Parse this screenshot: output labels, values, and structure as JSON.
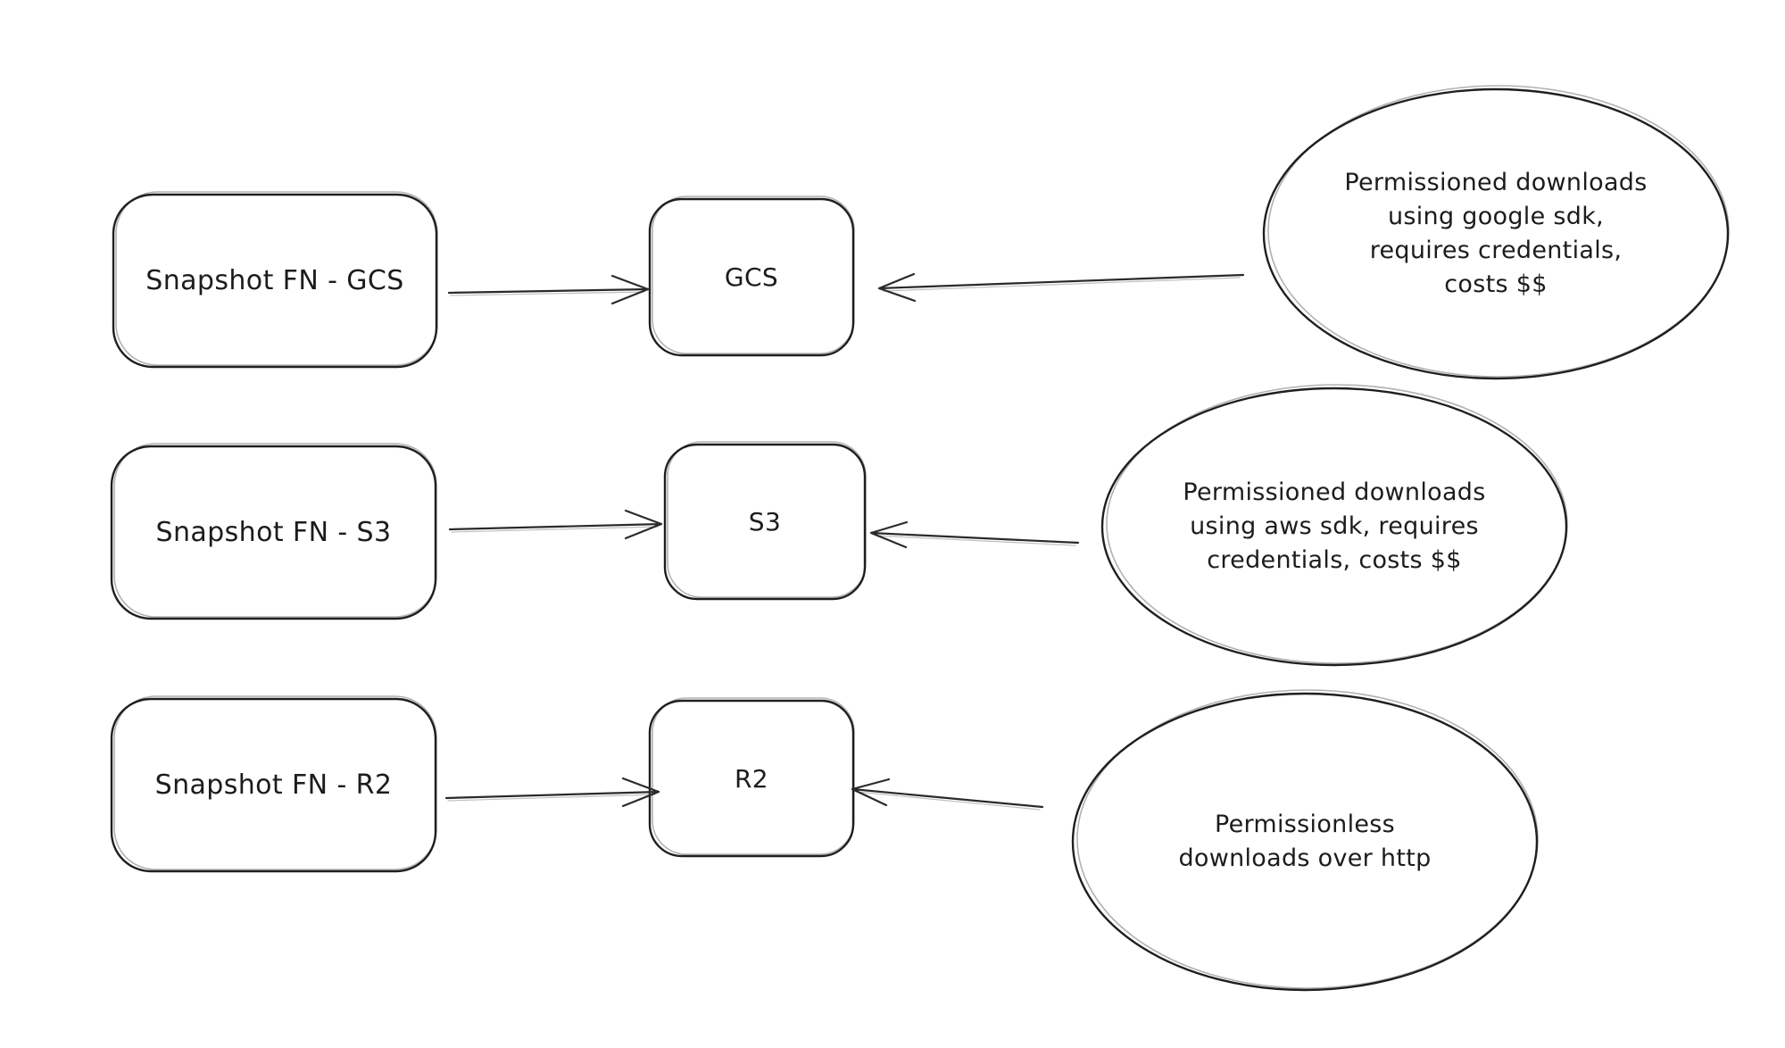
{
  "colors": {
    "stroke": "#1f1f1f",
    "background": "#ffffff",
    "text": "#1c1c1c"
  },
  "diagram": {
    "rows": [
      {
        "source_label": "Snapshot FN - GCS",
        "target_label": "GCS",
        "note": "Permissioned downloads\nusing google sdk,\nrequires credentials,\ncosts $$"
      },
      {
        "source_label": "Snapshot FN - S3",
        "target_label": "S3",
        "note": "Permissioned downloads\nusing aws sdk, requires\ncredentials, costs $$"
      },
      {
        "source_label": "Snapshot FN - R2",
        "target_label": "R2",
        "note": "Permissionless\ndownloads over http"
      }
    ]
  }
}
